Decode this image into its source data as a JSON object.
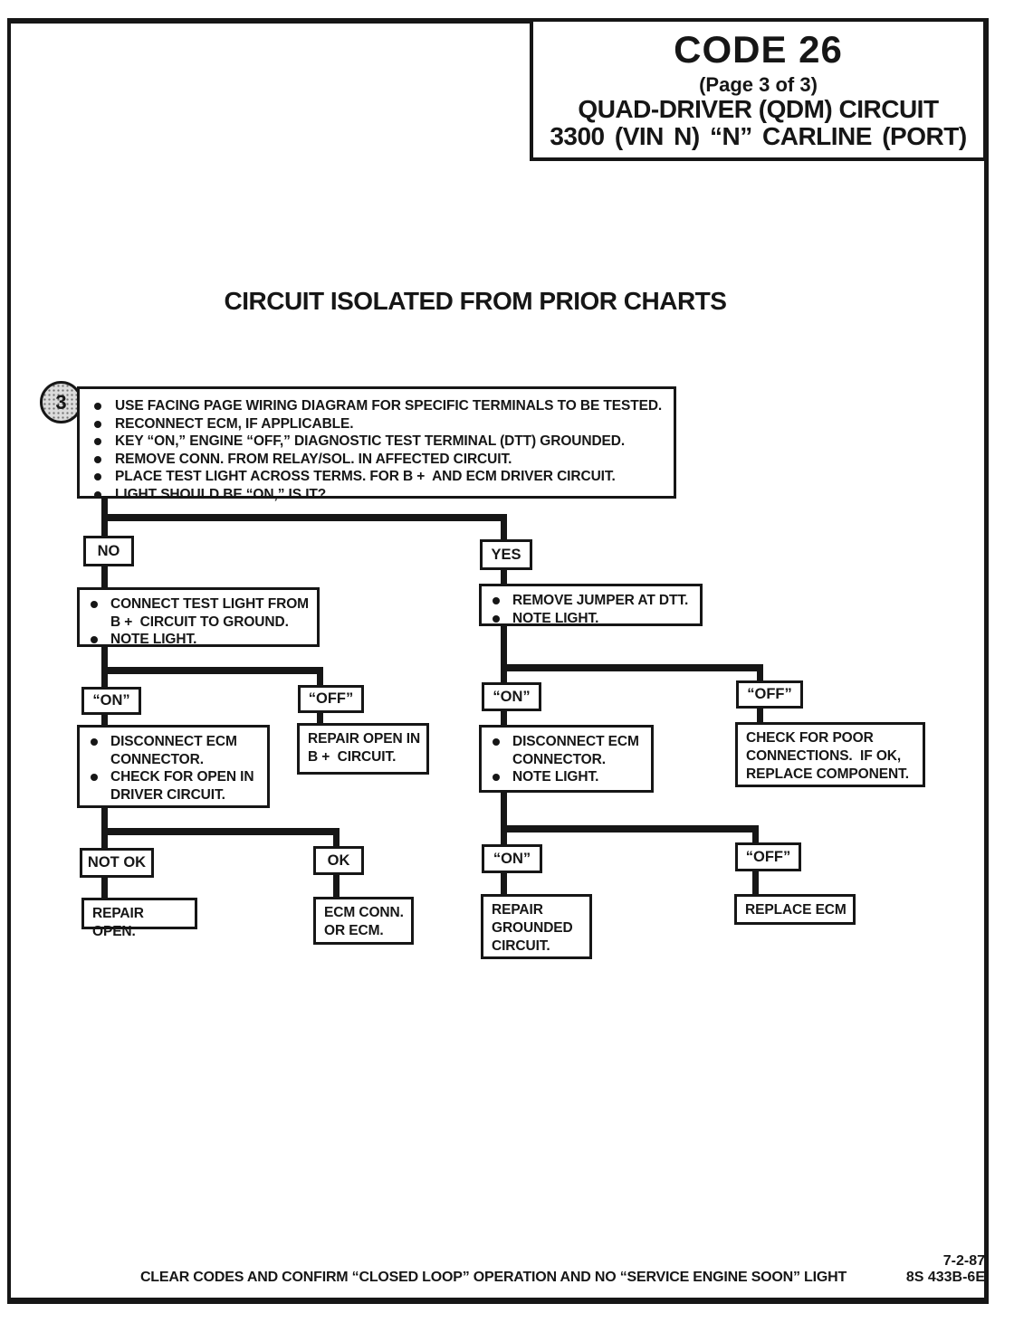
{
  "colors": {
    "ink": "#161616",
    "paper": "#ffffff"
  },
  "title_block": {
    "code": "CODE 26",
    "page_info": "(Page 3 of 3)",
    "circuit": "QUAD-DRIVER (QDM) CIRCUIT",
    "carline": "3300 (VIN N) “N” CARLINE (PORT)"
  },
  "section_heading": "CIRCUIT ISOLATED FROM PRIOR CHARTS",
  "step_badge": "3",
  "instructions": [
    "USE FACING PAGE WIRING DIAGRAM FOR SPECIFIC TERMINALS TO BE TESTED.",
    "RECONNECT ECM, IF APPLICABLE.",
    "KEY “ON,” ENGINE “OFF,” DIAGNOSTIC TEST TERMINAL (DTT) GROUNDED.",
    "REMOVE CONN. FROM RELAY/SOL. IN AFFECTED CIRCUIT.",
    "PLACE TEST LIGHT ACROSS TERMS. FOR B +  AND ECM DRIVER CIRCUIT.",
    "LIGHT SHOULD BE “ON,” IS IT?"
  ],
  "flow": {
    "no_label": "NO",
    "yes_label": "YES",
    "left": {
      "step1": [
        "CONNECT TEST LIGHT FROM\nB +  CIRCUIT TO GROUND.",
        "NOTE LIGHT."
      ],
      "on_label": "“ON”",
      "off_label": "“OFF”",
      "on_step": [
        "DISCONNECT ECM\nCONNECTOR.",
        "CHECK FOR OPEN IN\nDRIVER CIRCUIT."
      ],
      "off_result": "REPAIR OPEN IN\nB +  CIRCUIT.",
      "not_ok_label": "NOT OK",
      "ok_label": "OK",
      "not_ok_result": "REPAIR OPEN.",
      "ok_result": "ECM CONN.\nOR ECM."
    },
    "right": {
      "step1": [
        "REMOVE JUMPER AT DTT.",
        "NOTE LIGHT."
      ],
      "on_label": "“ON”",
      "off_label": "“OFF”",
      "on_step": [
        "DISCONNECT ECM\nCONNECTOR.",
        "NOTE LIGHT."
      ],
      "off_result": "CHECK FOR POOR\nCONNECTIONS.  IF OK,\nREPLACE COMPONENT.",
      "on2_label": "“ON”",
      "off2_label": "“OFF”",
      "on2_result": "REPAIR\nGROUNDED\nCIRCUIT.",
      "off2_result": "REPLACE ECM"
    }
  },
  "footer": {
    "note": "CLEAR CODES AND CONFIRM “CLOSED LOOP” OPERATION AND NO “SERVICE ENGINE SOON” LIGHT",
    "date": "7-2-87",
    "doc_number": "8S 433B-6E"
  }
}
